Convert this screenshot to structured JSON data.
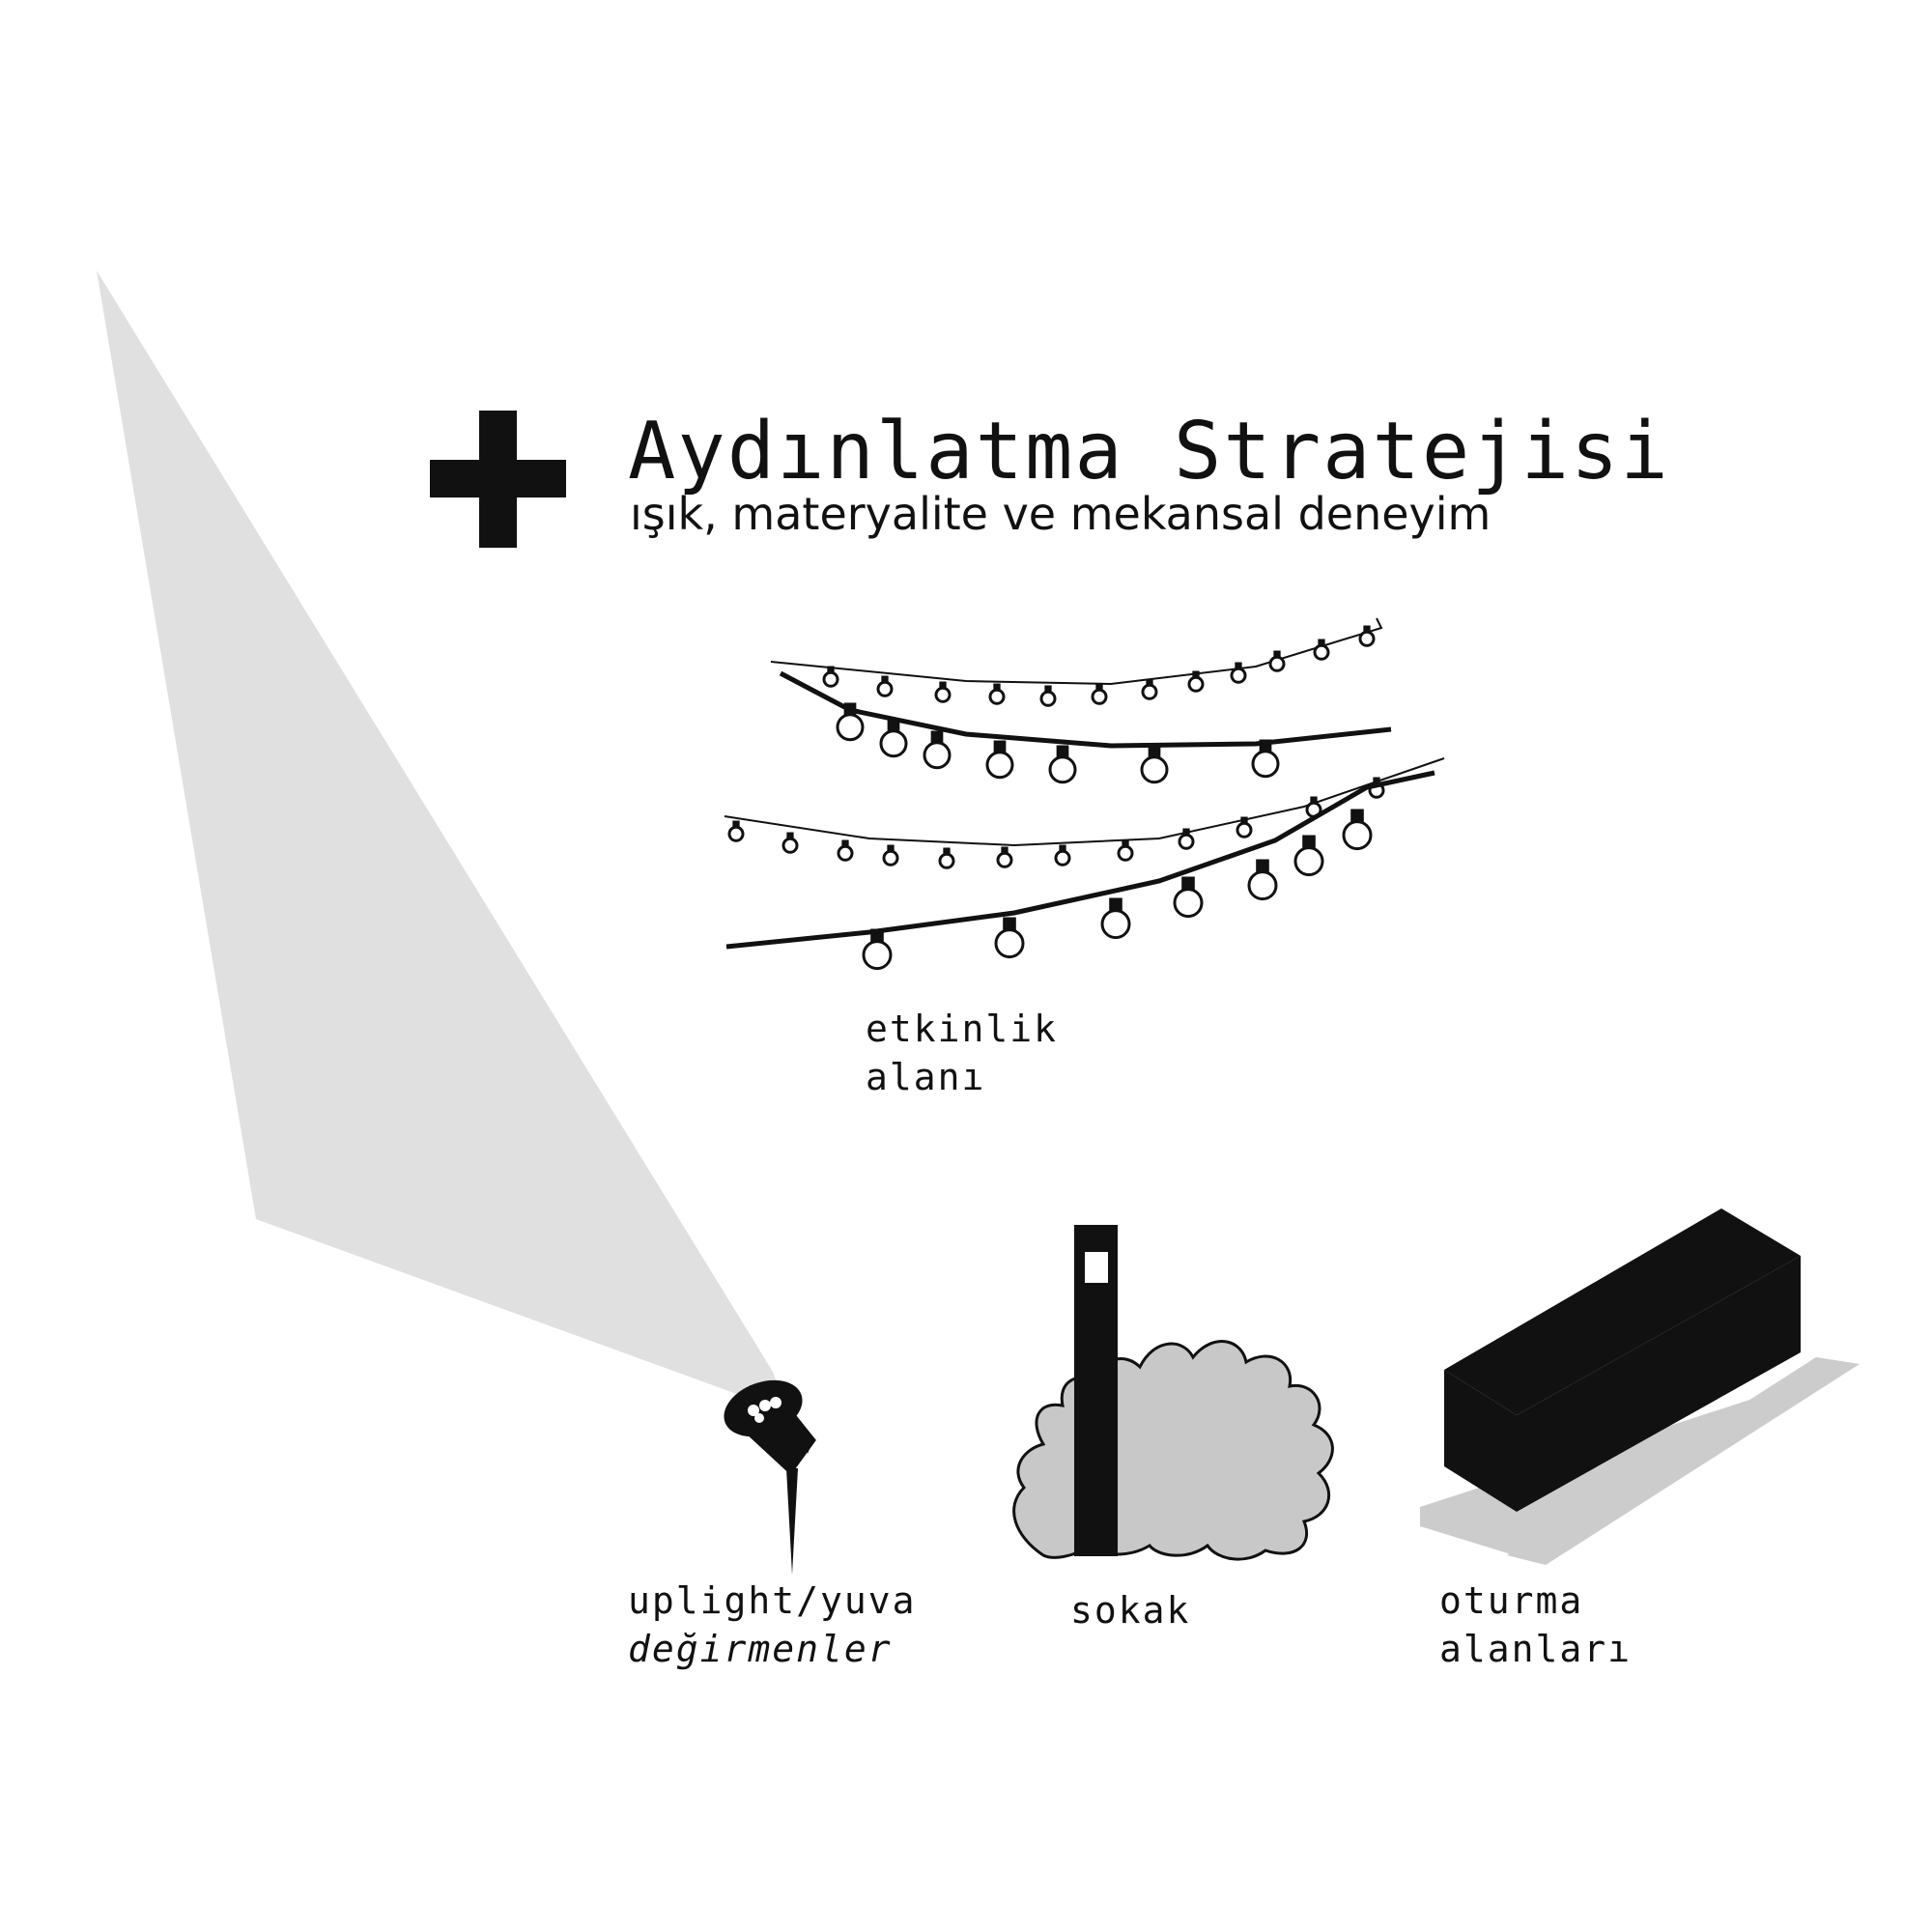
{
  "header": {
    "title": "Aydınlatma Stratejisi",
    "subtitle": "ışık, materyalite ve mekansal deneyim"
  },
  "labels": {
    "event_area_line1": "etkinlik",
    "event_area_line2": "alanı",
    "uplight_line1": "uplight/yuva",
    "uplight_line2": "değirmenler",
    "street": "sokak",
    "seating_line1": "oturma",
    "seating_line2": "alanları"
  },
  "icons": [
    "plus-icon",
    "string-lights-icon",
    "uplight-icon",
    "bollard-icon",
    "shrub-icon",
    "bench-icon"
  ],
  "colors": {
    "ink": "#111111",
    "light_beam": "#e0e0e0",
    "shrub": "#c8c8c8",
    "shadow": "#cccccc"
  }
}
